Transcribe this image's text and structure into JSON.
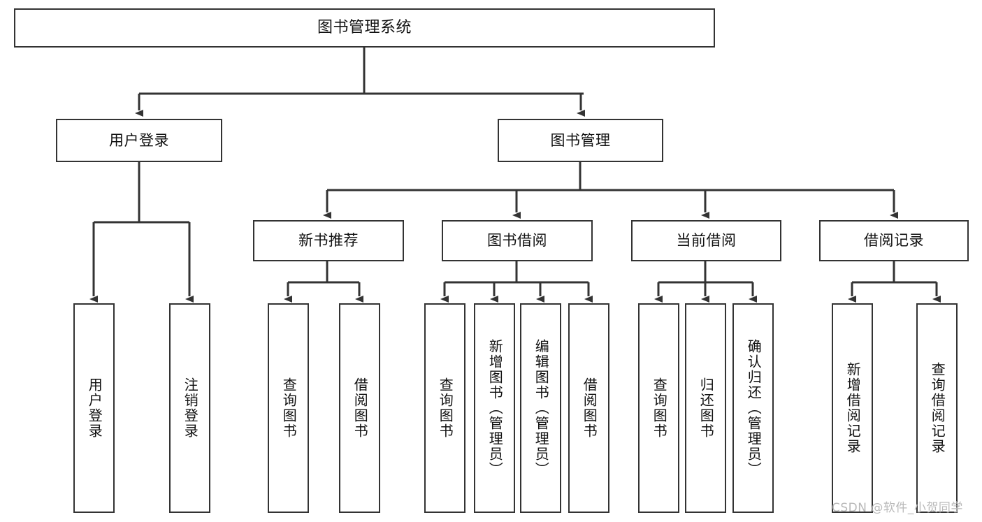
{
  "diagram": {
    "title": "图书管理系统",
    "type": "tree-hierarchy-chart",
    "watermark": "CSDN @软件_小贺同学",
    "colors": {
      "box_border": "#333333",
      "box_fill": "#ffffff",
      "edge": "#333333",
      "text": "#111111",
      "watermark": "#b9b9b9"
    },
    "nodes": {
      "root": {
        "label": "图书管理系统"
      },
      "level2": [
        {
          "id": "user-login",
          "label": "用户登录"
        },
        {
          "id": "book-manage",
          "label": "图书管理"
        }
      ],
      "level3": [
        {
          "id": "new-book-recommend",
          "label": "新书推荐"
        },
        {
          "id": "book-borrow",
          "label": "图书借阅"
        },
        {
          "id": "current-borrow",
          "label": "当前借阅"
        },
        {
          "id": "borrow-record",
          "label": "借阅记录"
        }
      ],
      "leaves": {
        "user-login": [
          {
            "id": "leaf-user-login",
            "label": "用户登录"
          },
          {
            "id": "leaf-logout-login",
            "label": "注销登录"
          }
        ],
        "new-book-recommend": [
          {
            "id": "leaf-query-book-1",
            "label": "查询图书"
          },
          {
            "id": "leaf-borrow-book-1",
            "label": "借阅图书"
          }
        ],
        "book-borrow": [
          {
            "id": "leaf-query-book-2",
            "label": "查询图书"
          },
          {
            "id": "leaf-add-book",
            "label": "新增图书（管理员）"
          },
          {
            "id": "leaf-edit-book",
            "label": "编辑图书（管理员）"
          },
          {
            "id": "leaf-borrow-book-2",
            "label": "借阅图书"
          }
        ],
        "current-borrow": [
          {
            "id": "leaf-query-book-3",
            "label": "查询图书"
          },
          {
            "id": "leaf-return-book",
            "label": "归还图书"
          },
          {
            "id": "leaf-confirm-return",
            "label": "确认归还（管理员）"
          }
        ],
        "borrow-record": [
          {
            "id": "leaf-add-record",
            "label": "新增借阅记录"
          },
          {
            "id": "leaf-query-record",
            "label": "查询借阅记录"
          }
        ]
      }
    }
  }
}
